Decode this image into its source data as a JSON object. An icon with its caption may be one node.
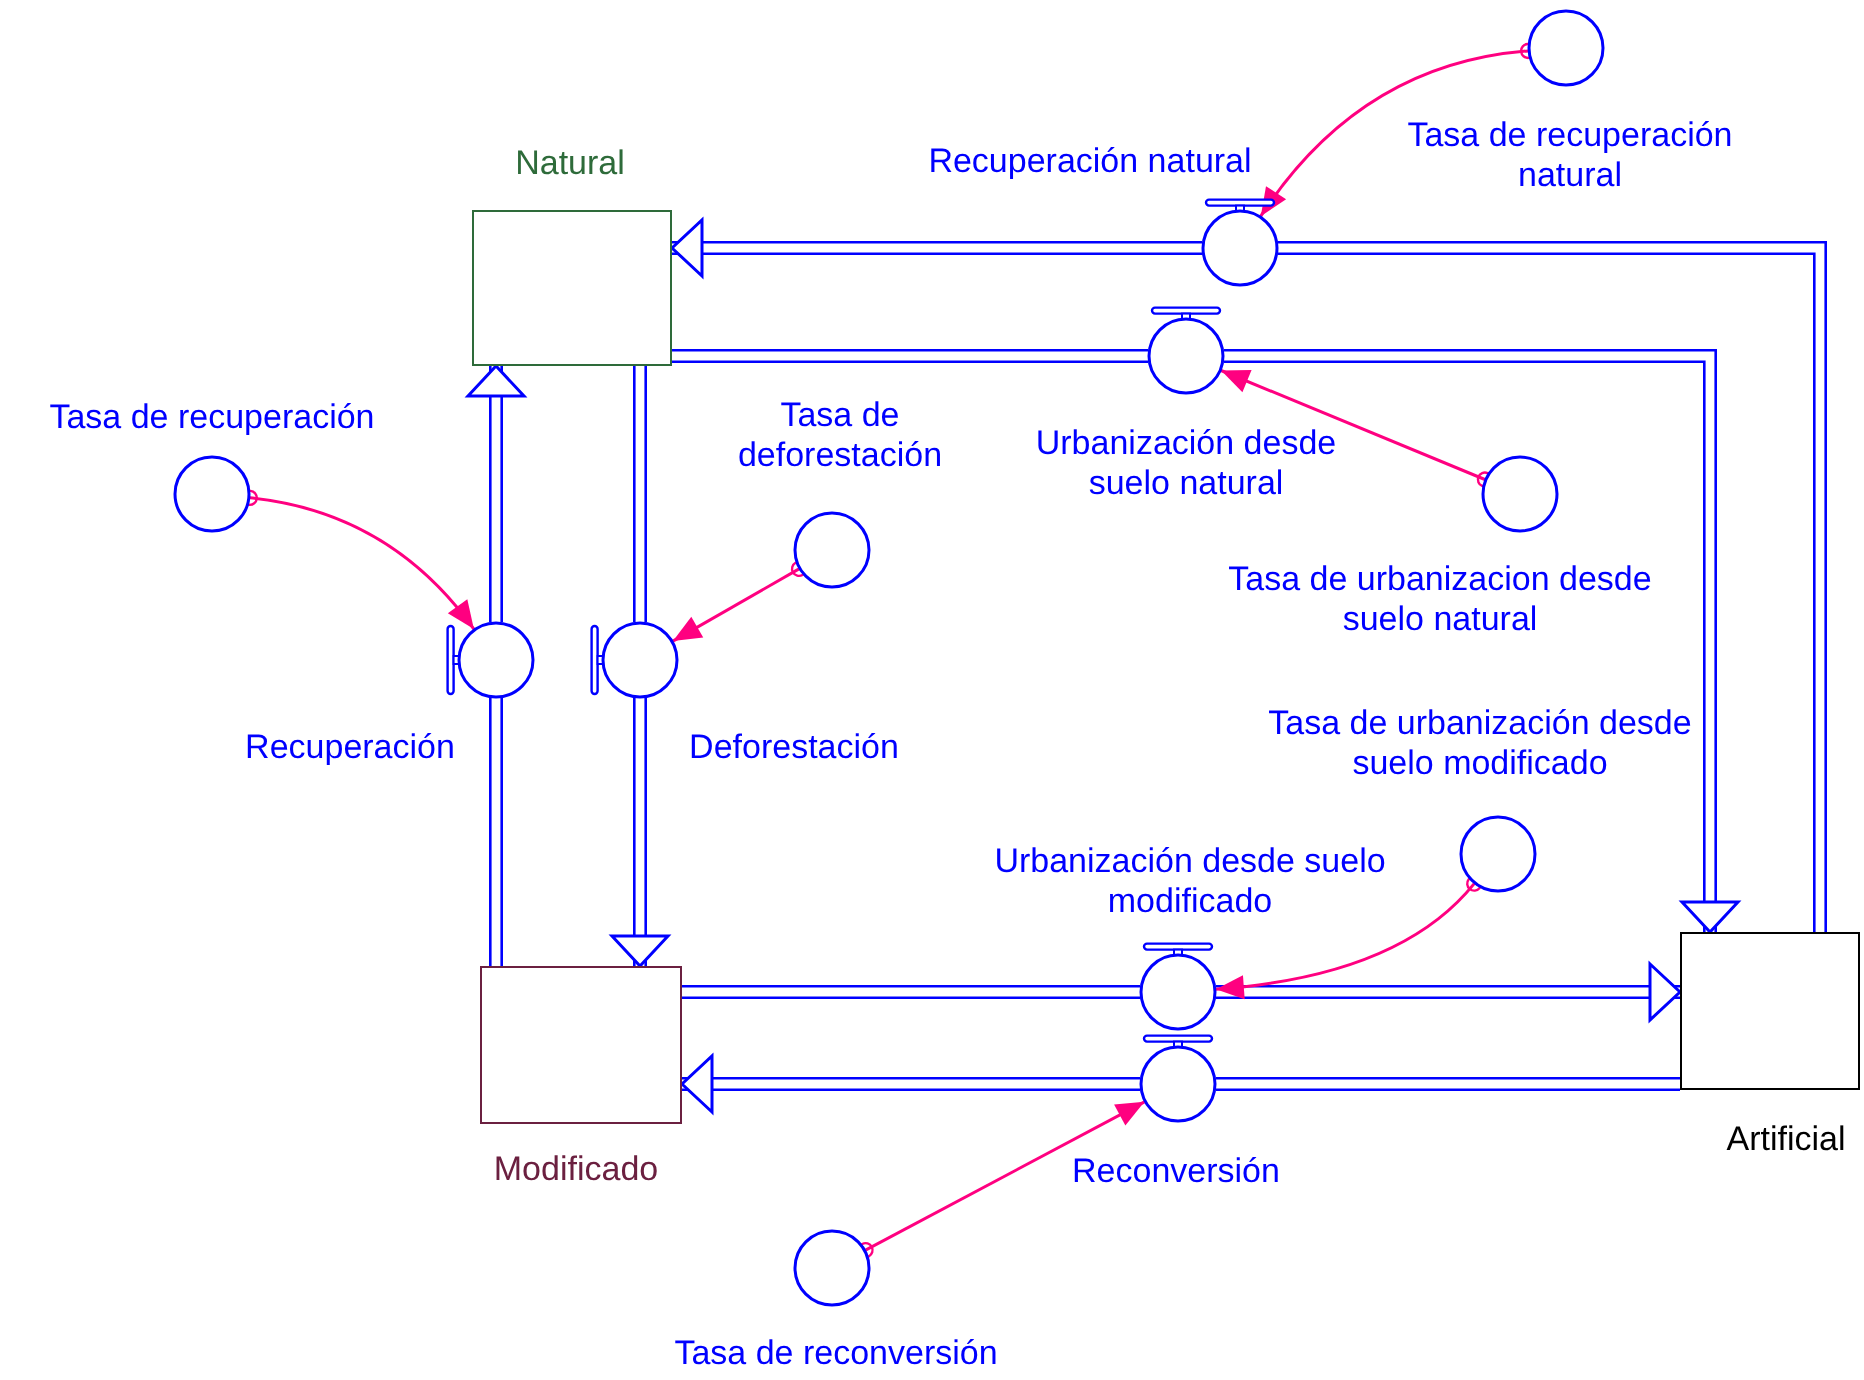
{
  "diagram": {
    "nodes": [
      {
        "text": [
          "Natural"
        ]
      },
      {
        "text": [
          "Modificado"
        ]
      },
      {
        "text": [
          "Artificial"
        ]
      },
      {
        "text": [
          "Recuperación natural"
        ]
      },
      {
        "text": [
          "Tasa de recuperación natural"
        ]
      },
      {
        "text": [
          "Urbanización desde suelo natural"
        ]
      },
      {
        "text": [
          "Tasa de urbanizacion desde suelo natural"
        ]
      },
      {
        "text": [
          "Tasa de recuperación"
        ]
      },
      {
        "text": [
          "Recuperación"
        ]
      },
      {
        "text": [
          "Tasa de deforestación"
        ]
      },
      {
        "text": [
          "Deforestación"
        ]
      },
      {
        "text": [
          "Tasa de urbanización desde suelo modificado"
        ]
      },
      {
        "text": [
          "Urbanización desde suelo modificado"
        ]
      },
      {
        "text": [
          "Reconversión"
        ]
      },
      {
        "text": [
          "Tasa de reconversión"
        ]
      }
    ],
    "edges": [
      {
        "from": 2,
        "to": 3,
        "arrow": "none"
      },
      {
        "from": 3,
        "to": 0,
        "arrow": "to"
      },
      {
        "from": 0,
        "to": 5,
        "arrow": "none"
      },
      {
        "from": 5,
        "to": 2,
        "arrow": "to"
      },
      {
        "from": 1,
        "to": 8,
        "arrow": "none"
      },
      {
        "from": 8,
        "to": 0,
        "arrow": "to"
      },
      {
        "from": 0,
        "to": 10,
        "arrow": "none"
      },
      {
        "from": 10,
        "to": 1,
        "arrow": "to"
      },
      {
        "from": 1,
        "to": 12,
        "arrow": "none"
      },
      {
        "from": 12,
        "to": 2,
        "arrow": "to"
      },
      {
        "from": 2,
        "to": 13,
        "arrow": "none"
      },
      {
        "from": 13,
        "to": 1,
        "arrow": "to"
      },
      {
        "from": 4,
        "to": 3,
        "arrow": "to",
        "color": "#ff0080"
      },
      {
        "from": 6,
        "to": 5,
        "arrow": "to",
        "color": "#ff0080"
      },
      {
        "from": 7,
        "to": 8,
        "arrow": "to",
        "color": "#ff0080"
      },
      {
        "from": 9,
        "to": 10,
        "arrow": "to",
        "color": "#ff0080"
      },
      {
        "from": 11,
        "to": 12,
        "arrow": "to",
        "color": "#ff0080"
      },
      {
        "from": 14,
        "to": 13,
        "arrow": "to",
        "color": "#ff0080"
      }
    ]
  }
}
